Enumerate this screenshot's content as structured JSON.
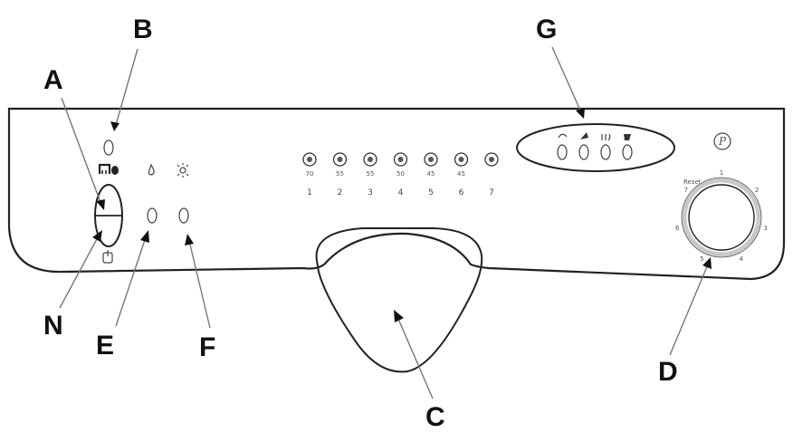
{
  "callouts": {
    "a": "A",
    "b": "B",
    "c": "C",
    "d": "D",
    "e": "E",
    "f": "F",
    "g": "G",
    "n": "N"
  },
  "programs": [
    {
      "temp": "70",
      "number": "1"
    },
    {
      "temp": "55",
      "number": "2"
    },
    {
      "temp": "55",
      "number": "3"
    },
    {
      "temp": "50",
      "number": "4"
    },
    {
      "temp": "45",
      "number": "5"
    },
    {
      "temp": "45",
      "number": "6"
    },
    {
      "temp": "",
      "number": "7"
    }
  ],
  "dial": {
    "label": "Reset",
    "positions": [
      "1",
      "2",
      "3",
      "4",
      "5",
      "6",
      "7"
    ]
  },
  "brand_mark": "P"
}
